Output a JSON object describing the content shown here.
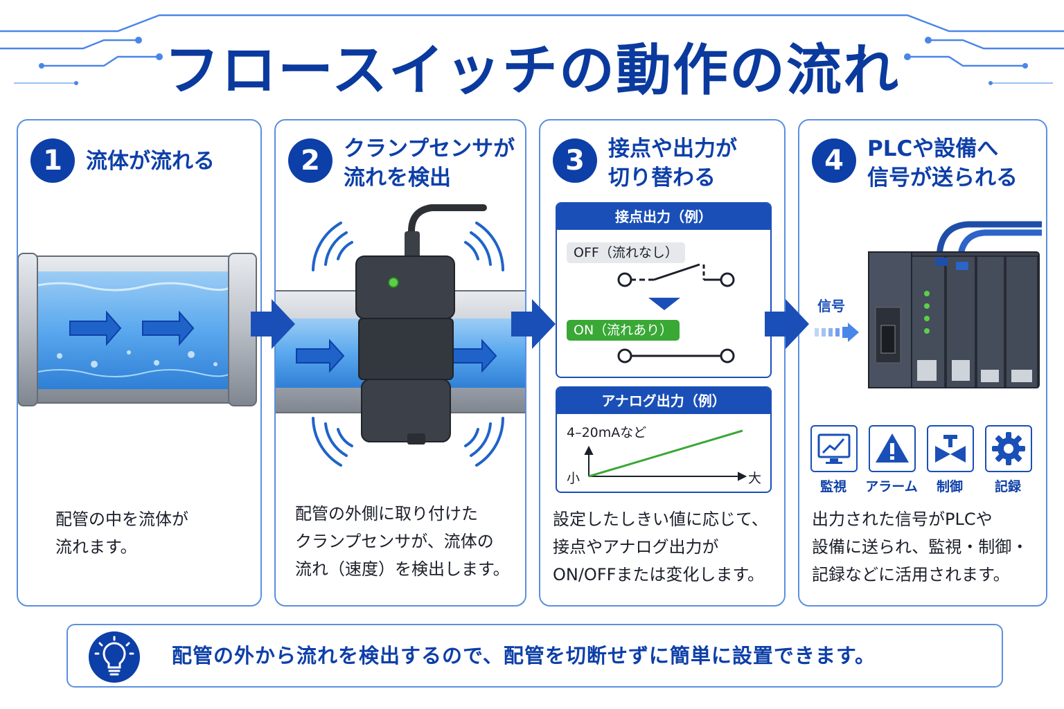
{
  "title": "フロースイッチの動作の流れ",
  "steps": [
    {
      "number": "1",
      "title": "流体が流れる",
      "description": "配管の中を流体が\n流れます。"
    },
    {
      "number": "2",
      "title": "クランプセンサが\n流れを検出",
      "description": "配管の外側に取り付けた\nクランプセンサが、流体の\n流れ（速度）を検出します。"
    },
    {
      "number": "3",
      "title": "接点や出力が\n切り替わる",
      "description": "設定したしきい値に応じて、\n接点やアナログ出力が\nON/OFFまたは変化します。"
    },
    {
      "number": "4",
      "title": "PLCや設備へ\n信号が送られる",
      "description": "出力された信号がPLCや\n設備に送られ、監視・制御・\n記録などに活用されます。"
    }
  ],
  "contact_panel": {
    "header": "接点出力（例）",
    "off_label": "OFF（流れなし）",
    "on_label": "ON（流れあり）"
  },
  "analog_panel": {
    "header": "アナログ出力（例）",
    "range_label": "4–20mAなど",
    "min_label": "小",
    "max_label": "大"
  },
  "signal_label": "信号",
  "plc_icons": [
    {
      "label": "監視",
      "icon": "monitor-chart-icon"
    },
    {
      "label": "アラーム",
      "icon": "warning-icon"
    },
    {
      "label": "制御",
      "icon": "valve-icon"
    },
    {
      "label": "記録",
      "icon": "gear-icon"
    }
  ],
  "tip": "配管の外から流れを検出するので、配管を切断せずに簡単に設置できます。",
  "colors": {
    "primary": "#0d3fa8",
    "accent": "#1a4fb8",
    "water": "#5aa8ee",
    "on": "#39a835",
    "led": "#5bd04a"
  }
}
